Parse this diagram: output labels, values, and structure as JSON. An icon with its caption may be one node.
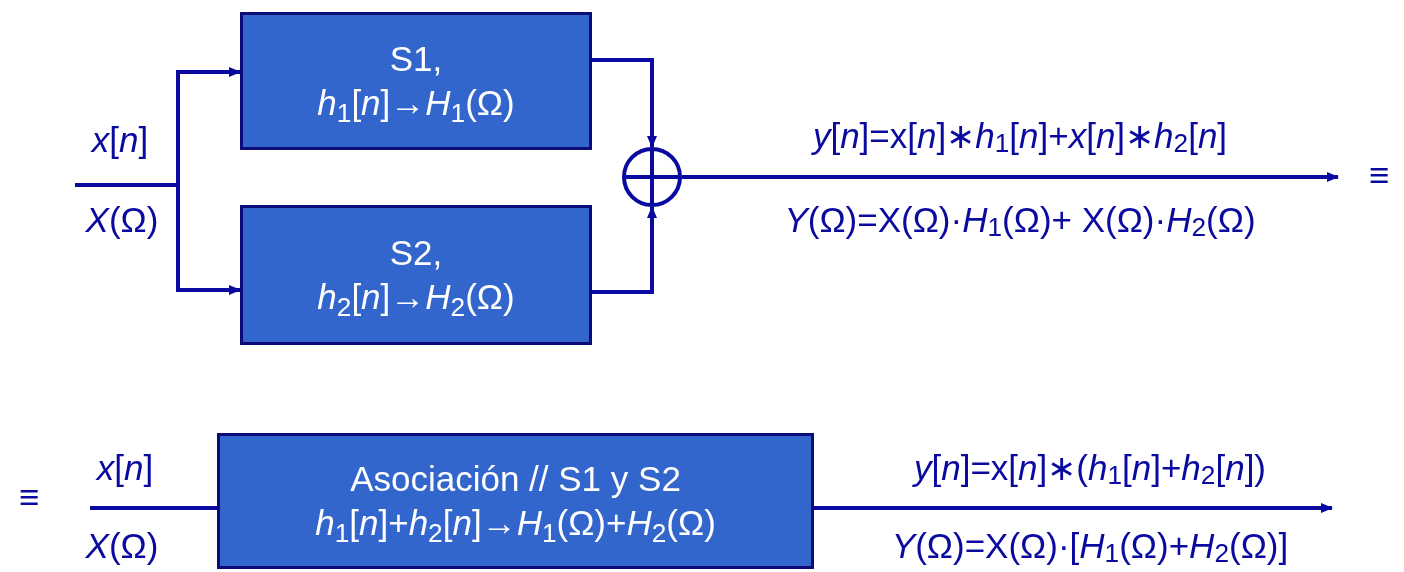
{
  "diagram": {
    "nodes": [
      {
        "text": [
          "S1,",
          "*h*$_{1}$[*n*]→*H*$_{1}$(Ω)"
        ]
      },
      {
        "text": [
          "S2,",
          "*h*$_{2}$[*n*]→*H*$_{2}$(Ω)"
        ]
      },
      {
        "text": [],
        "shape": "circle"
      },
      {
        "text": [
          "Asociación //  S1 y S2",
          "*h*$_{1}$[*n*]+*h*$_{2}$[*n*]→*H*$_{1}$(Ω)+*H*$_{2}$(Ω)"
        ]
      }
    ],
    "edges": [
      {
        "from": null,
        "to": 0,
        "arrow": "to"
      },
      {
        "from": null,
        "to": 1,
        "arrow": "to"
      },
      {
        "from": 0,
        "to": 2,
        "arrow": "to"
      },
      {
        "from": 1,
        "to": 2,
        "arrow": "to"
      },
      {
        "from": 2,
        "to": null,
        "arrow": "to",
        "label": "*y*[*n*]=x[*n*]∗*h*$_{1}$[*n*]+*x*[*n*]∗*h*$_{2}$[*n*]"
      },
      {
        "from": null,
        "to": 3,
        "arrow": "none"
      },
      {
        "from": 3,
        "to": null,
        "arrow": "to",
        "label": "*y*[*n*]=x[*n*]∗(*h*$_{1}$[*n*]+*h*$_{2}$[*n*])"
      }
    ],
    "labels": [
      "*x*[*n*]",
      "*X*(Ω)",
      "*Y*(Ω)=X(Ω)·*H*$_{1}$(Ω)+ X(Ω)·*H*$_{2}$(Ω)",
      "≡",
      "≡",
      "*x*[*n*]",
      "*X*(Ω)",
      "*Y*(Ω)=X(Ω)·[*H*$_{1}$(Ω)+*H*$_{2}$(Ω)]"
    ]
  }
}
